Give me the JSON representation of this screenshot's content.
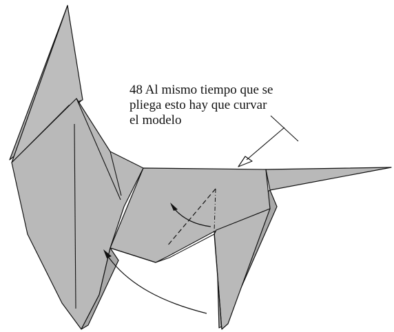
{
  "step_instruction": {
    "line1": "48 Al mismo tiempo que se",
    "line2": "pliega esto hay que curvar",
    "line3": "el modelo"
  },
  "colors": {
    "paper": "#b9b9b9",
    "paper_dark": "#a6a6a6",
    "stroke": "#111111",
    "background": "#ffffff"
  },
  "symbols": [
    "fold-arrow-icon",
    "push-arrow-icon",
    "valley-fold-line",
    "sink-mark-icon"
  ]
}
